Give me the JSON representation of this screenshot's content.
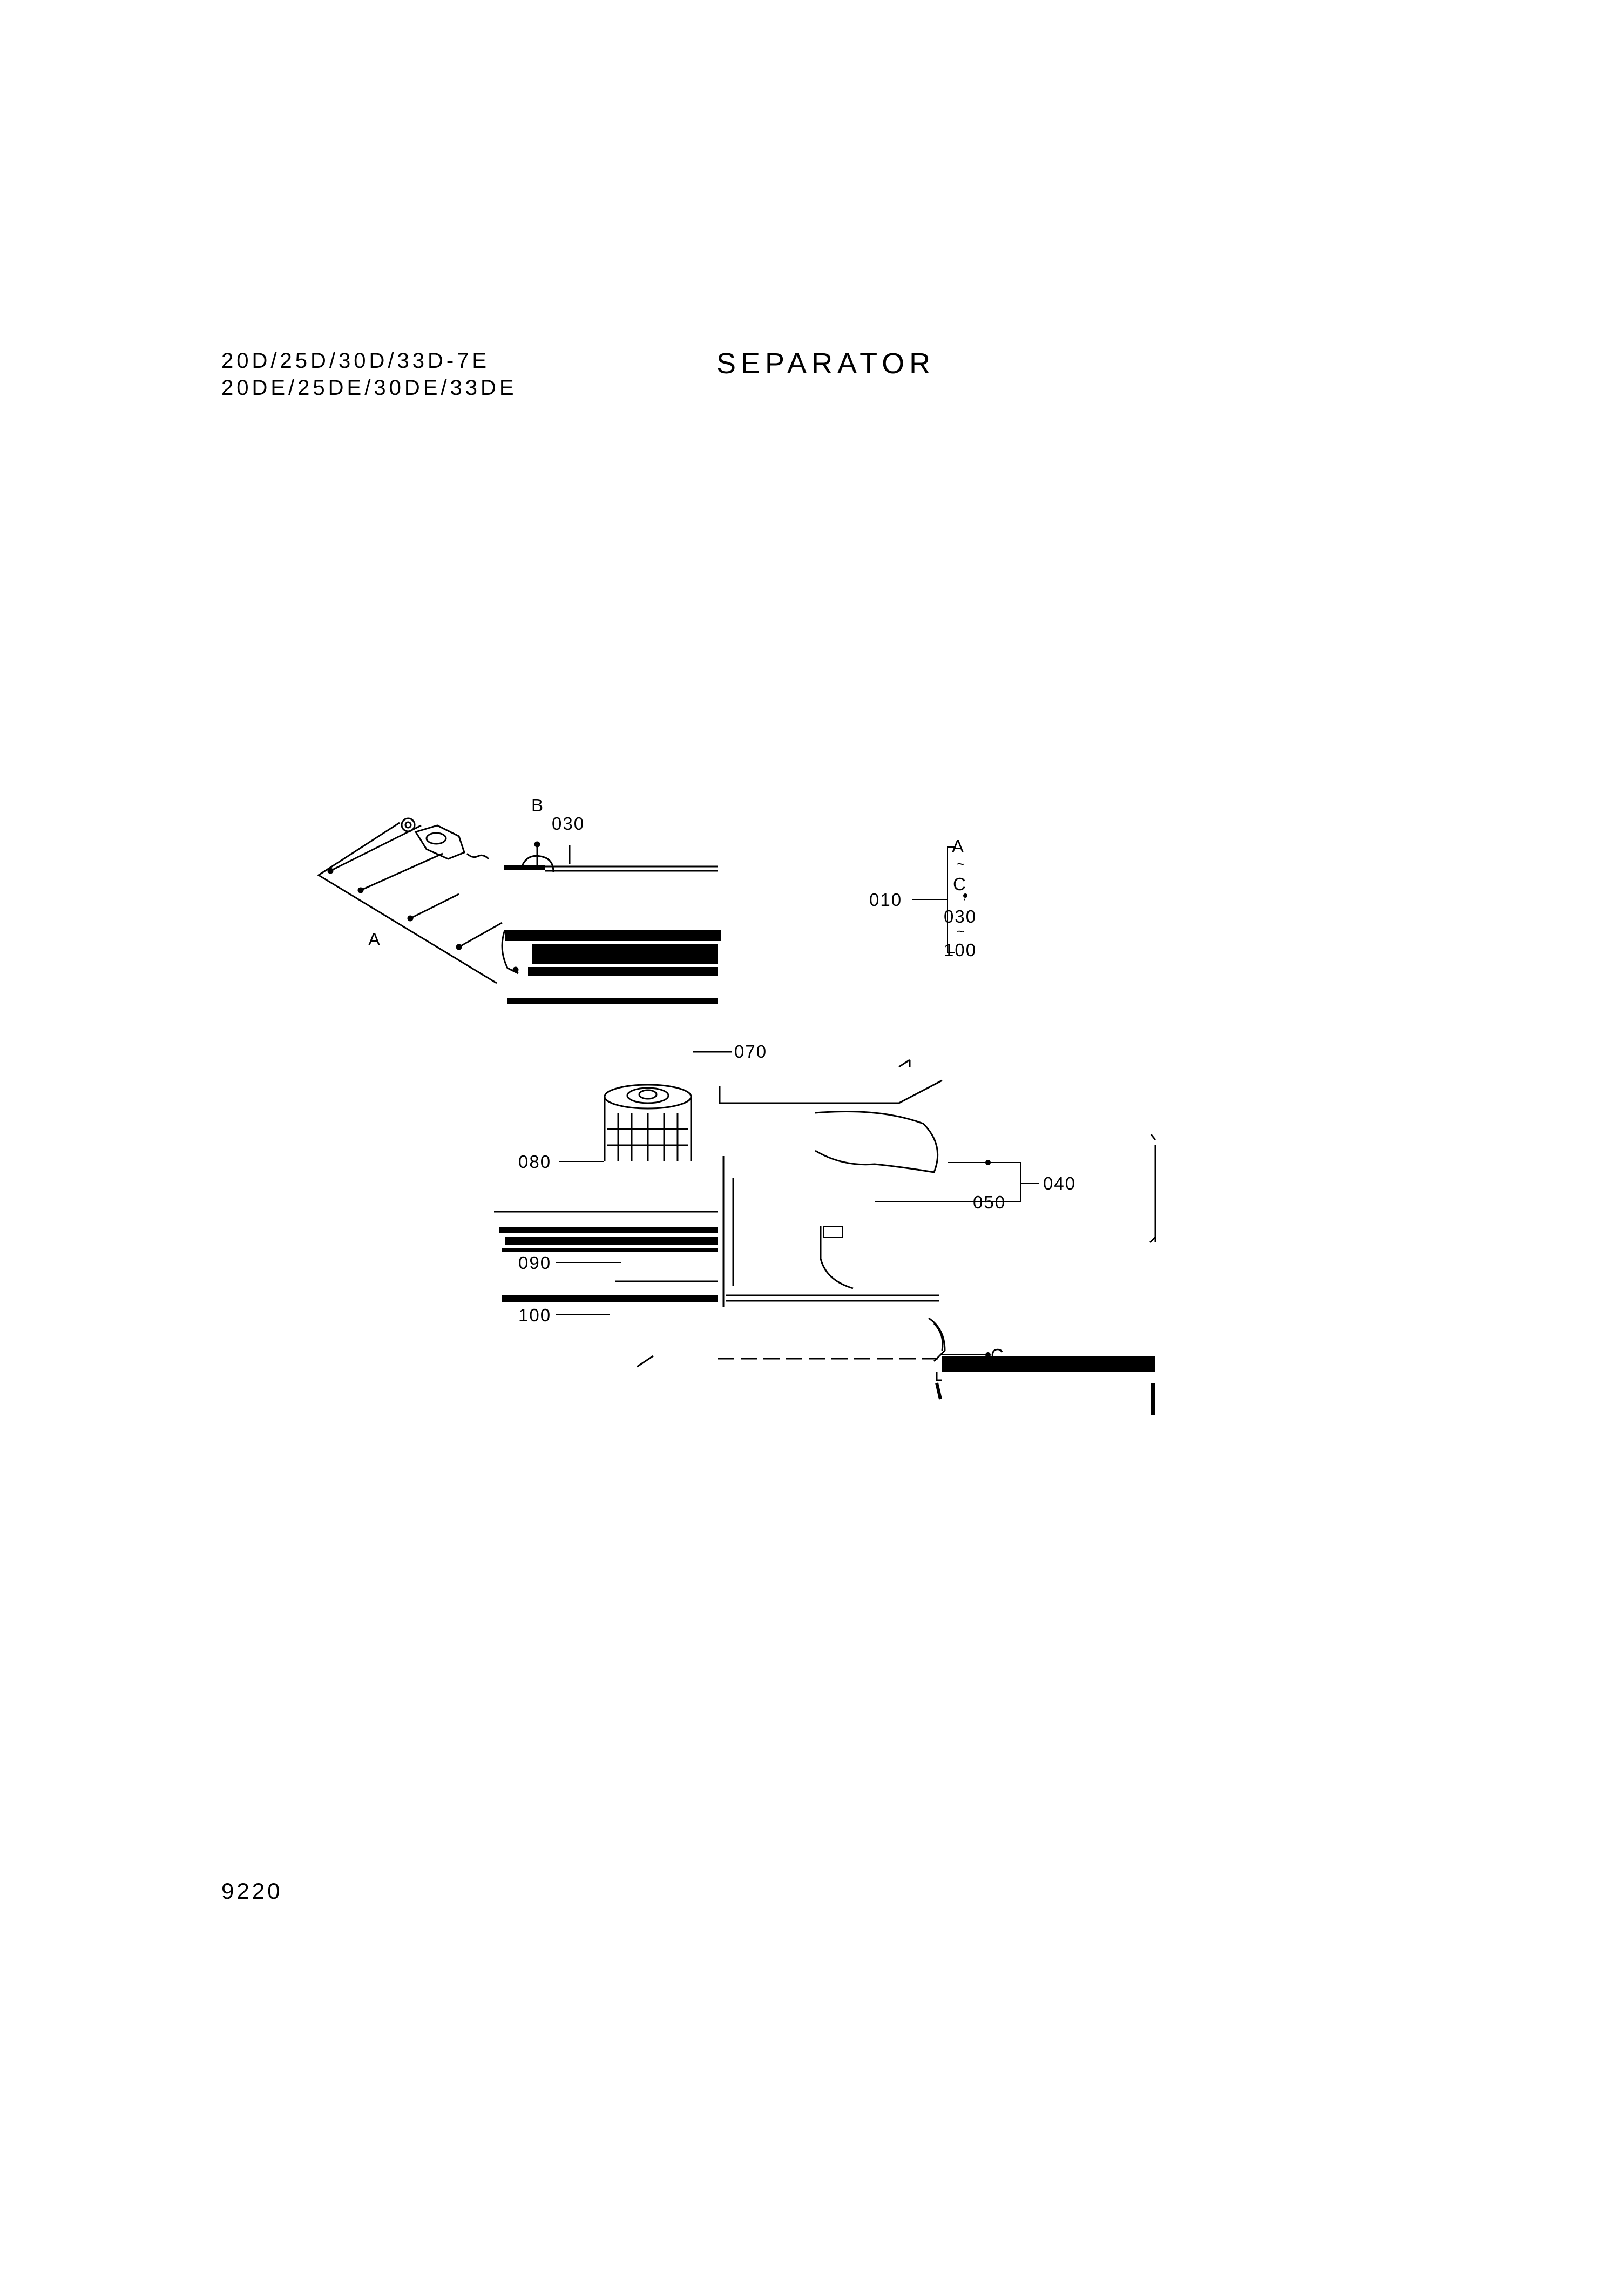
{
  "header": {
    "models_line1": "20D/25D/30D/33D-7E",
    "models_line2": "20DE/25DE/30DE/33DE",
    "title": "SEPARATOR"
  },
  "footer": {
    "page_number": "9220"
  },
  "diagram": {
    "labels": {
      "A": "A",
      "B": "B",
      "C": "C",
      "p030": "030",
      "p070": "070",
      "p080": "080",
      "p090": "090",
      "p100": "100",
      "p040": "040",
      "p050": "050"
    },
    "assembly": {
      "part": "010",
      "range": [
        "A",
        "~",
        "C",
        "·",
        "030",
        "~",
        "100"
      ]
    }
  }
}
